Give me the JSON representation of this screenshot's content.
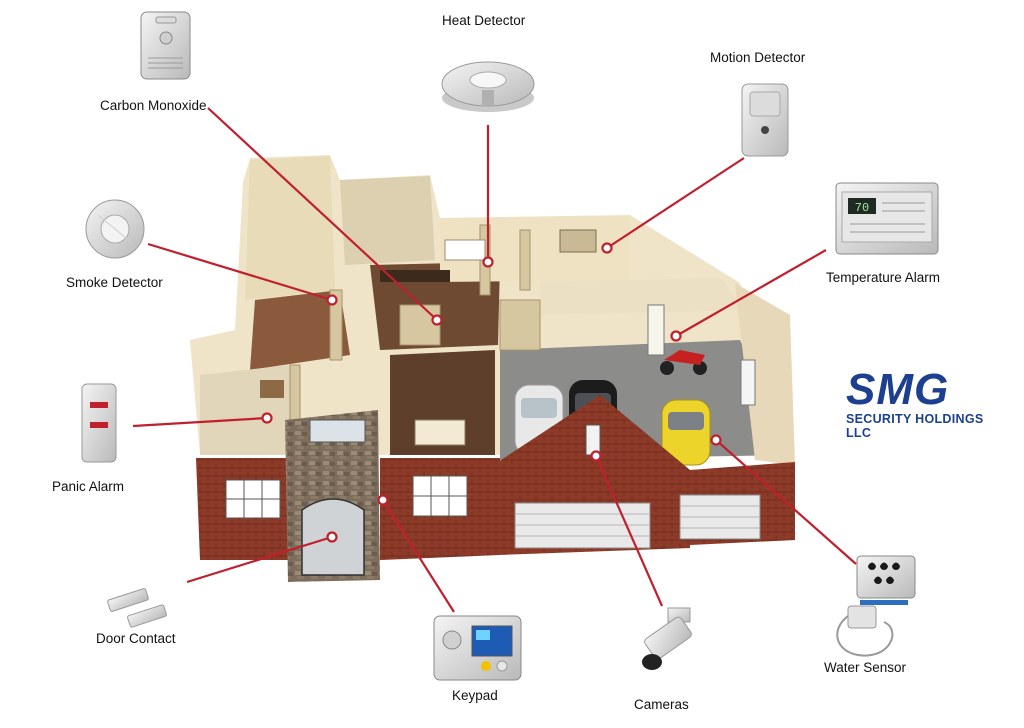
{
  "labels": {
    "carbon_monoxide": "Carbon Monoxide",
    "heat_detector": "Heat Detector",
    "motion_detector": "Motion Detector",
    "smoke_detector": "Smoke Detector",
    "temperature_alarm": "Temperature Alarm",
    "panic_alarm": "Panic Alarm",
    "door_contact": "Door Contact",
    "keypad": "Keypad",
    "cameras": "Cameras",
    "water_sensor": "Water Sensor"
  },
  "logo": {
    "mark": "SMG",
    "subtitle": "SECURITY HOLDINGS LLC"
  },
  "temperature_display": "70",
  "colors": {
    "leader_line": "#c0202e",
    "brick": "#8e3a28",
    "logo_blue": "#1d3f8f"
  }
}
